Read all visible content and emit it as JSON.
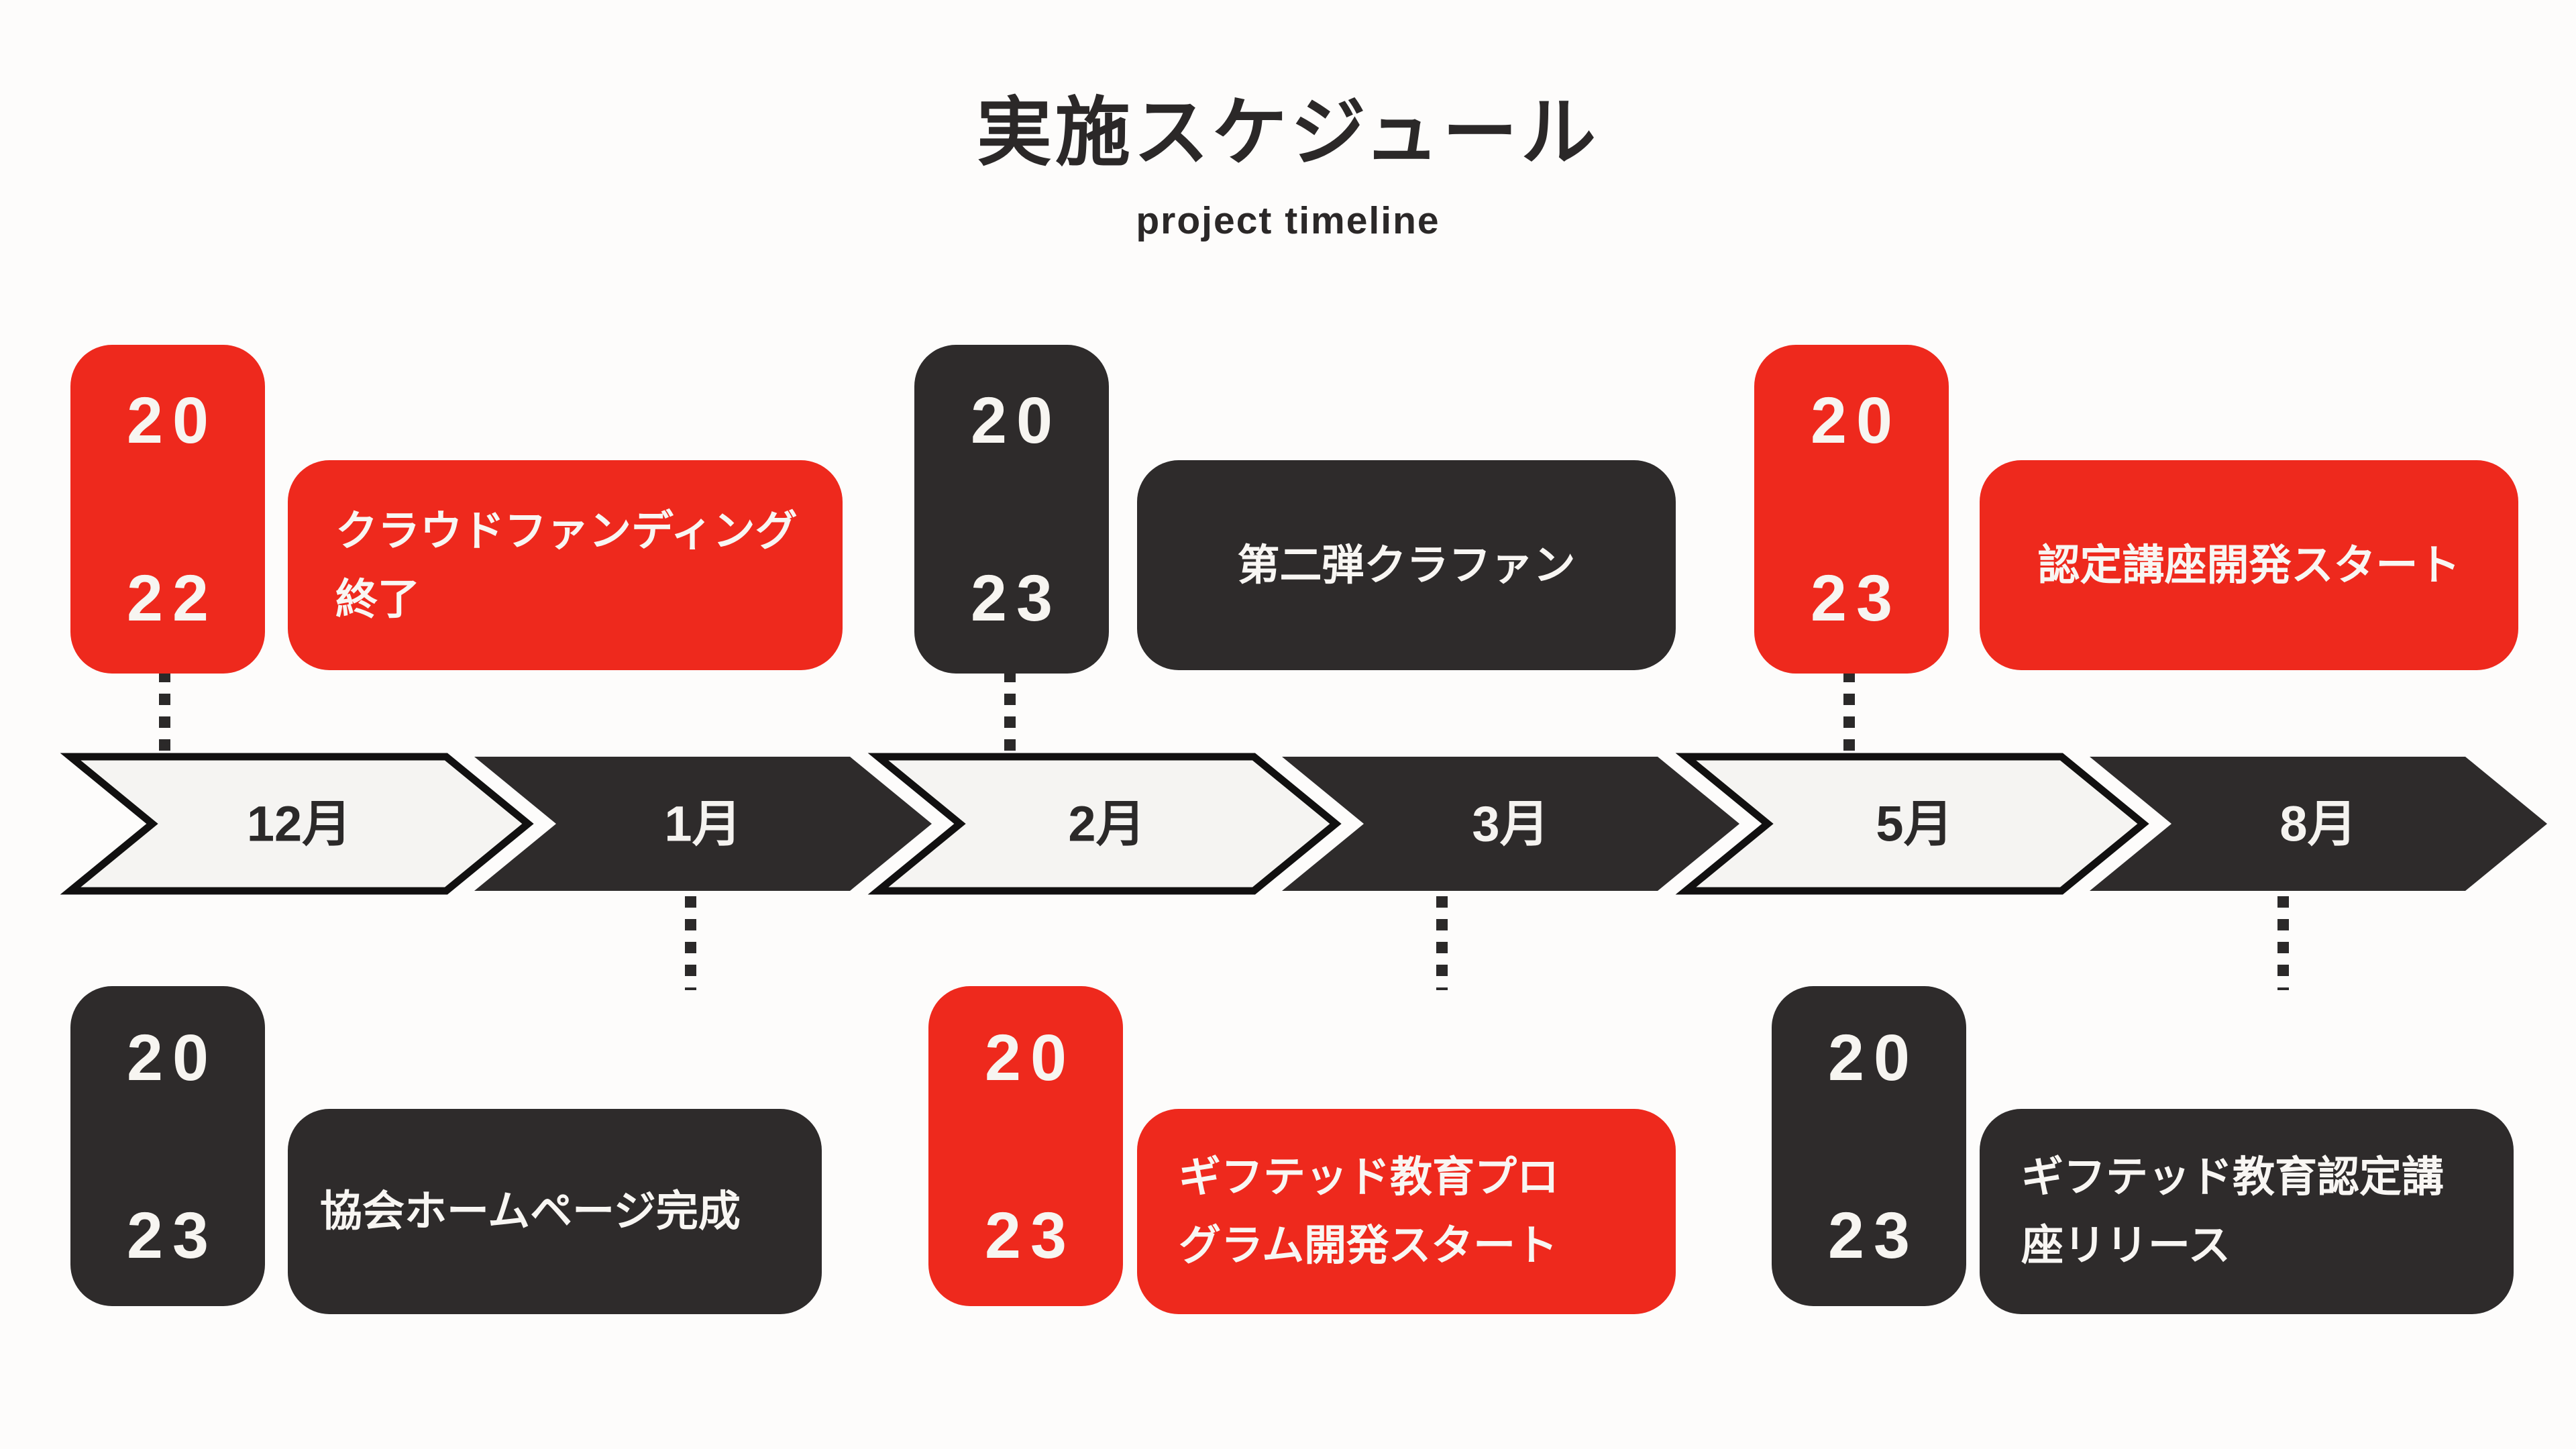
{
  "title": "実施スケジュール",
  "subtitle": "project timeline",
  "colors": {
    "red": "#ee291d",
    "dark_charcoal": "#2e2b2b",
    "chevron_light_fill": "#f5f4f2",
    "chevron_border": "#111010",
    "background": "#fdfcfb",
    "light_text": "#f7f5f1",
    "title_text": "#2b2828"
  },
  "timeline": {
    "months": [
      {
        "label": "12月",
        "style": "light"
      },
      {
        "label": "1月",
        "style": "dark"
      },
      {
        "label": "2月",
        "style": "light"
      },
      {
        "label": "3月",
        "style": "dark"
      },
      {
        "label": "5月",
        "style": "light"
      },
      {
        "label": "8月",
        "style": "dark"
      }
    ]
  },
  "events": [
    {
      "year": "2022",
      "year_line1": "20",
      "year_line2": "22",
      "month": "12月",
      "row": "top",
      "color": "red",
      "lines": [
        "クラウドファンディング",
        "終了"
      ]
    },
    {
      "year": "2023",
      "year_line1": "20",
      "year_line2": "23",
      "month": "1月",
      "row": "bottom",
      "color": "dark",
      "lines": [
        "協会ホームページ完成"
      ]
    },
    {
      "year": "2023",
      "year_line1": "20",
      "year_line2": "23",
      "month": "2月",
      "row": "top",
      "color": "dark",
      "lines": [
        "第二弾クラファン"
      ]
    },
    {
      "year": "2023",
      "year_line1": "20",
      "year_line2": "23",
      "month": "3月",
      "row": "bottom",
      "color": "red",
      "lines": [
        "ギフテッド教育プロ",
        "グラム開発スタート"
      ]
    },
    {
      "year": "2023",
      "year_line1": "20",
      "year_line2": "23",
      "month": "5月",
      "row": "top",
      "color": "red",
      "lines": [
        "認定講座開発スタート"
      ]
    },
    {
      "year": "2023",
      "year_line1": "20",
      "year_line2": "23",
      "month": "8月",
      "row": "bottom",
      "color": "dark",
      "lines": [
        "ギフテッド教育認定講",
        "座リリース"
      ]
    }
  ]
}
